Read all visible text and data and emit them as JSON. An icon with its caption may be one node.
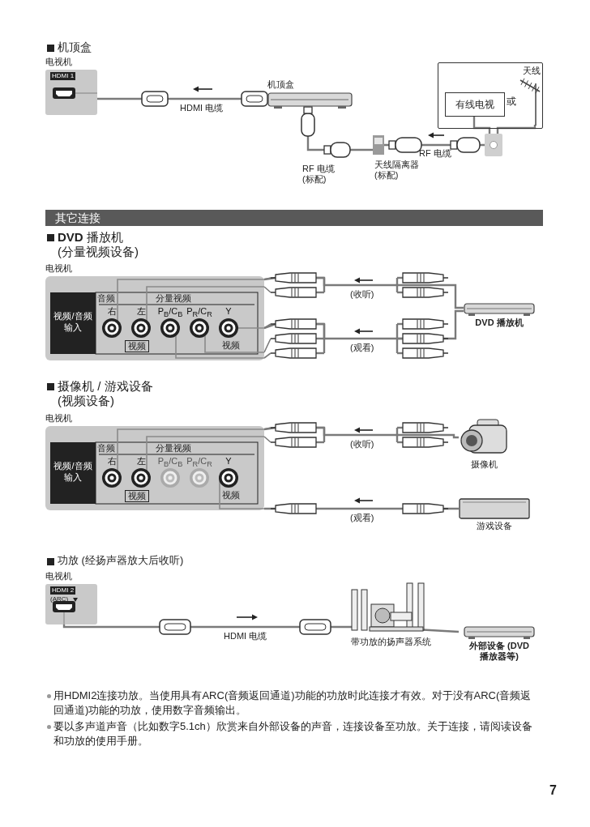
{
  "diagram": {
    "nodes": [
      {
        "text": [
          "电视机",
          "HDMI 1"
        ]
      },
      {
        "text": [
          "机顶盒"
        ]
      },
      {
        "text": [],
        "shape": "box"
      },
      {
        "text": [
          "有线电视"
        ],
        "in": 2
      },
      {
        "text": [
          "天线"
        ],
        "in": 2
      },
      {
        "text": [],
        "shape": "box"
      },
      {
        "text": [
          "天线隔离器 (标配)"
        ]
      },
      {
        "text": [
          "其它连接"
        ]
      },
      {
        "text": [
          "电视机",
          "视频/音频输入",
          "分量视频",
          "音频",
          "右",
          "左",
          "P$_{B}$/C$_{B}$",
          "P$_{R}$/C$_{R}$",
          "Y",
          "视频",
          "视频"
        ]
      },
      {
        "text": [
          "DVD 播放机"
        ]
      },
      {
        "text": [
          "电视机",
          "视频/音频输入",
          "分量视频",
          "音频",
          "右",
          "左",
          "P$_{B}$/C$_{B}$",
          "P$_{R}$/C$_{R}$",
          "Y",
          "视频",
          "视频"
        ]
      },
      {
        "text": [
          "摄像机"
        ]
      },
      {
        "text": [
          "游戏设备"
        ]
      },
      {
        "text": [
          "电视机",
          "HDMI 2",
          "(ARC)"
        ]
      },
      {
        "text": [
          "带功放的扬声器系统"
        ]
      },
      {
        "text": [
          "外部设备 (DVD 播放器等)"
        ]
      }
    ],
    "edges": [
      {
        "from": 1,
        "to": 0,
        "arrow": "none",
        "label": "HDMI 电缆"
      },
      {
        "from": 3,
        "to": 5,
        "arrow": "none"
      },
      {
        "from": 4,
        "to": 5,
        "arrow": "none"
      },
      {
        "from": 5,
        "to": 6,
        "arrow": "none",
        "label": "RF 电缆"
      },
      {
        "from": 6,
        "to": 1,
        "arrow": "none",
        "label": "RF 电缆 (标配)"
      },
      {
        "from": 9,
        "to": 8,
        "arrow": "none",
        "label": "(收听)"
      },
      {
        "from": 9,
        "to": 8,
        "arrow": "none",
        "label": "(观看)"
      },
      {
        "from": 11,
        "to": 10,
        "arrow": "none",
        "label": "(收听)"
      },
      {
        "from": 12,
        "to": 10,
        "arrow": "none",
        "label": "(观看)"
      },
      {
        "from": 13,
        "to": 14,
        "arrow": "none",
        "label": "HDMI 电缆"
      },
      {
        "from": 15,
        "to": 14,
        "arrow": "none"
      }
    ],
    "labels": [
      "机顶盒",
      "或",
      "**DVD** 播放机 (分量视频设备)",
      "摄像机 / 游戏设备 (视频设备)",
      "功放 (经扬声器放大后收听)",
      "用HDMI2连接功放。当使用具有ARC(音频返回通道)功能的功放时此连接才有效。对于没有ARC(音频返回通道)功能的功放，使用数字音频输出。",
      "要以多声道声音（比如数字5.1ch）欣赏来自外部设备的声音，连接设备至功放。关于连接，请阅读设备和功放的使用手册。",
      "7"
    ]
  }
}
